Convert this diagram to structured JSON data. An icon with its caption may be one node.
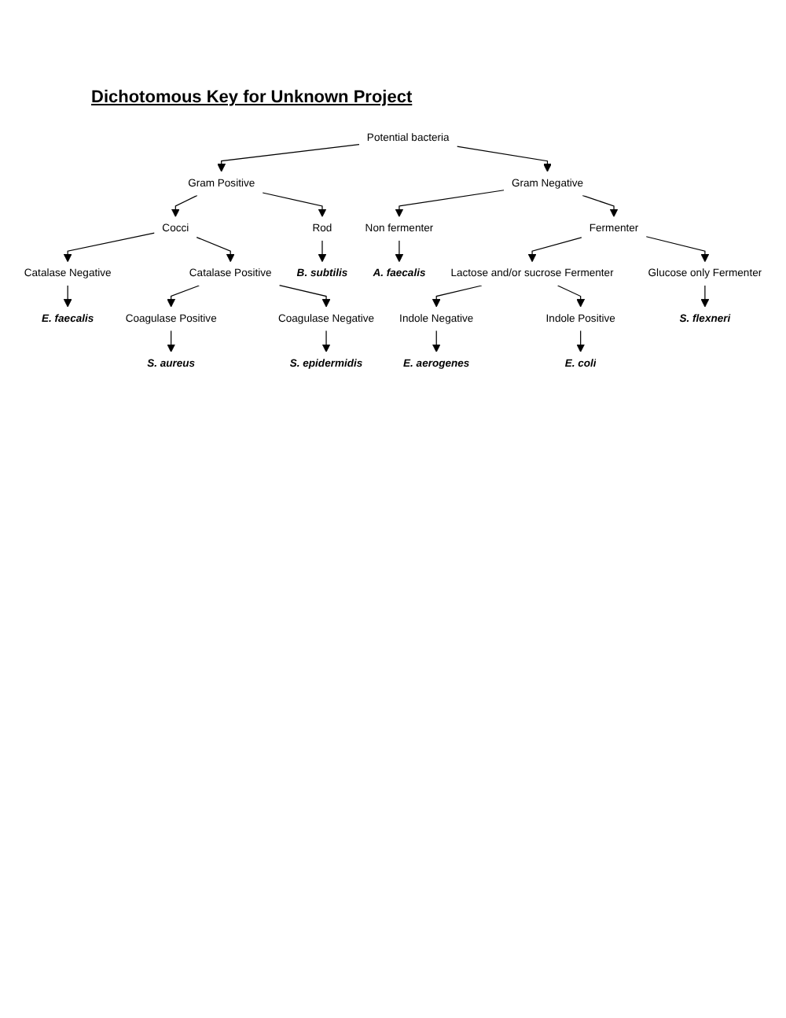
{
  "diagram": {
    "title": "Dichotomous Key for Unknown Project",
    "nodes": [
      {
        "text": [
          "Potential bacteria"
        ]
      },
      {
        "text": [
          "Gram Positive"
        ]
      },
      {
        "text": [
          "Gram Negative"
        ]
      },
      {
        "text": [
          "Cocci"
        ]
      },
      {
        "text": [
          "Rod"
        ]
      },
      {
        "text": [
          "Non fermenter"
        ]
      },
      {
        "text": [
          "Fermenter"
        ]
      },
      {
        "text": [
          "B. subtilis"
        ]
      },
      {
        "text": [
          "A. faecalis"
        ]
      },
      {
        "text": [
          "Catalase Negative"
        ]
      },
      {
        "text": [
          "Catalase Positive"
        ]
      },
      {
        "text": [
          "Lactose and/or sucrose Fermenter"
        ]
      },
      {
        "text": [
          "Glucose only Fermenter"
        ]
      },
      {
        "text": [
          "E. faecalis"
        ]
      },
      {
        "text": [
          "S. flexneri"
        ]
      },
      {
        "text": [
          "Coagulase Positive"
        ]
      },
      {
        "text": [
          "Coagulase Negative"
        ]
      },
      {
        "text": [
          "Indole Negative"
        ]
      },
      {
        "text": [
          "Indole Positive"
        ]
      },
      {
        "text": [
          "S. aureus"
        ]
      },
      {
        "text": [
          "S. epidermidis"
        ]
      },
      {
        "text": [
          "E. aerogenes"
        ]
      },
      {
        "text": [
          "E. coli"
        ]
      }
    ],
    "edges": [
      {
        "from": 0,
        "to": 1,
        "arrow": "to"
      },
      {
        "from": 0,
        "to": 2,
        "arrow": "to"
      },
      {
        "from": 1,
        "to": 3,
        "arrow": "to"
      },
      {
        "from": 1,
        "to": 4,
        "arrow": "to"
      },
      {
        "from": 2,
        "to": 5,
        "arrow": "to"
      },
      {
        "from": 2,
        "to": 6,
        "arrow": "to"
      },
      {
        "from": 4,
        "to": 7,
        "arrow": "to"
      },
      {
        "from": 5,
        "to": 8,
        "arrow": "to"
      },
      {
        "from": 3,
        "to": 9,
        "arrow": "to"
      },
      {
        "from": 3,
        "to": 10,
        "arrow": "to"
      },
      {
        "from": 6,
        "to": 11,
        "arrow": "to"
      },
      {
        "from": 6,
        "to": 12,
        "arrow": "to"
      },
      {
        "from": 9,
        "to": 13,
        "arrow": "to"
      },
      {
        "from": 12,
        "to": 14,
        "arrow": "to"
      },
      {
        "from": 10,
        "to": 15,
        "arrow": "to"
      },
      {
        "from": 10,
        "to": 16,
        "arrow": "to"
      },
      {
        "from": 11,
        "to": 17,
        "arrow": "to"
      },
      {
        "from": 11,
        "to": 18,
        "arrow": "to"
      },
      {
        "from": 15,
        "to": 19,
        "arrow": "to"
      },
      {
        "from": 16,
        "to": 20,
        "arrow": "to"
      },
      {
        "from": 17,
        "to": 21,
        "arrow": "to"
      },
      {
        "from": 18,
        "to": 22,
        "arrow": "to"
      }
    ]
  }
}
